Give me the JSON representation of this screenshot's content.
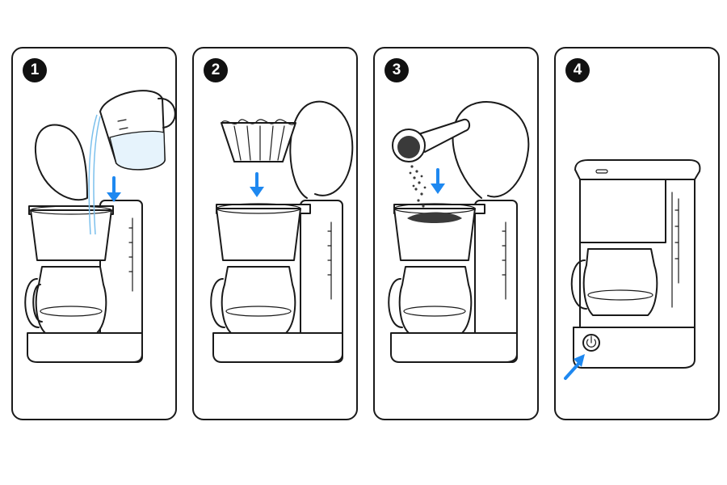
{
  "steps": [
    {
      "number": "1",
      "icon": "water-pitcher-icon"
    },
    {
      "number": "2",
      "icon": "paper-filter-icon"
    },
    {
      "number": "3",
      "icon": "coffee-scoop-icon"
    },
    {
      "number": "4",
      "icon": "power-button-icon"
    }
  ],
  "colors": {
    "accent": "#1e88f0",
    "outline": "#1a1a1a",
    "water": "#e6f3fc"
  }
}
